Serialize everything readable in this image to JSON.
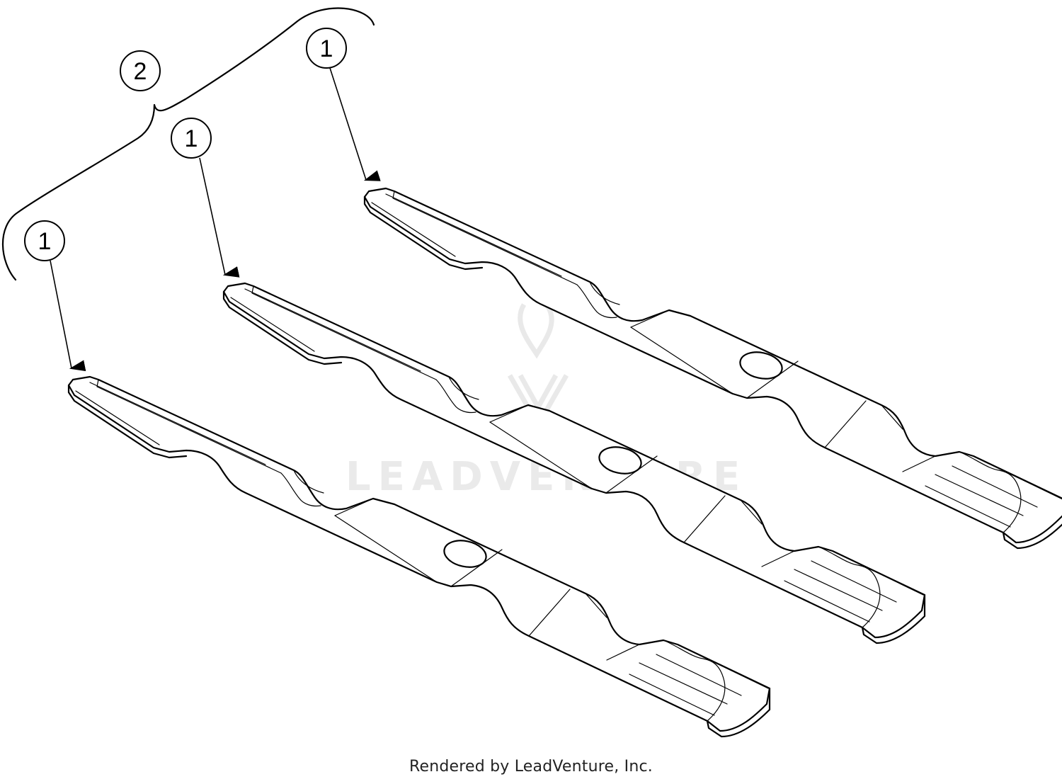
{
  "diagram": {
    "callouts": [
      {
        "id": "blade-front",
        "label": "1"
      },
      {
        "id": "blade-middle",
        "label": "1"
      },
      {
        "id": "blade-back",
        "label": "1"
      },
      {
        "id": "blade-set",
        "label": "2"
      }
    ],
    "watermark": "LEADVENTURE",
    "footer": "Rendered by LeadVenture, Inc."
  }
}
